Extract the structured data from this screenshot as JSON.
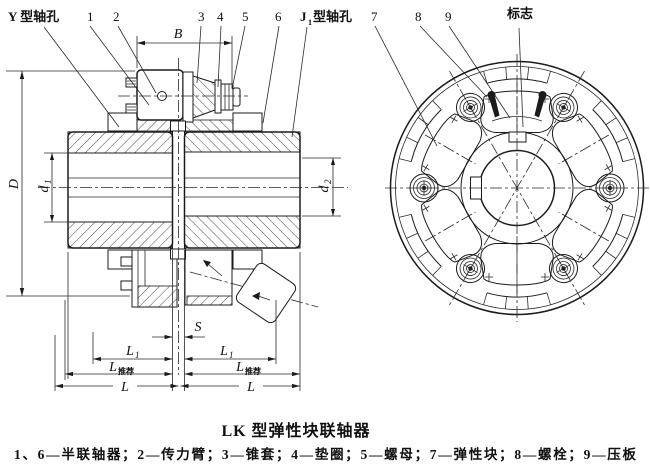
{
  "drawing": {
    "title": "LK 型弹性块联轴器",
    "legend": "1、6—半联轴器；2—传力臂；3—锥套；4—垫圈；5—螺母；7—弹性块；8—螺栓；9—压板"
  },
  "labels": {
    "y_bore": "Y 型轴孔",
    "j1_main": "J",
    "j1_sub": "1",
    "j1_rest": "型轴孔",
    "c1": "1",
    "c2": "2",
    "c3": "3",
    "c4": "4",
    "c5": "5",
    "c6": "6",
    "c7": "7",
    "c8": "8",
    "c9": "9",
    "mark": "标志"
  },
  "dims": {
    "B": "B",
    "D": "D",
    "d_main": "d",
    "d1_sub": "1",
    "d2_sub": "2",
    "S": "S",
    "L1_main": "L",
    "L1_sub": "1",
    "Lrec_main": "L",
    "Lrec_sub": "推荐",
    "L": "L"
  },
  "colors": {
    "ink": "#1b1b1b",
    "paper": "#ffffff"
  }
}
